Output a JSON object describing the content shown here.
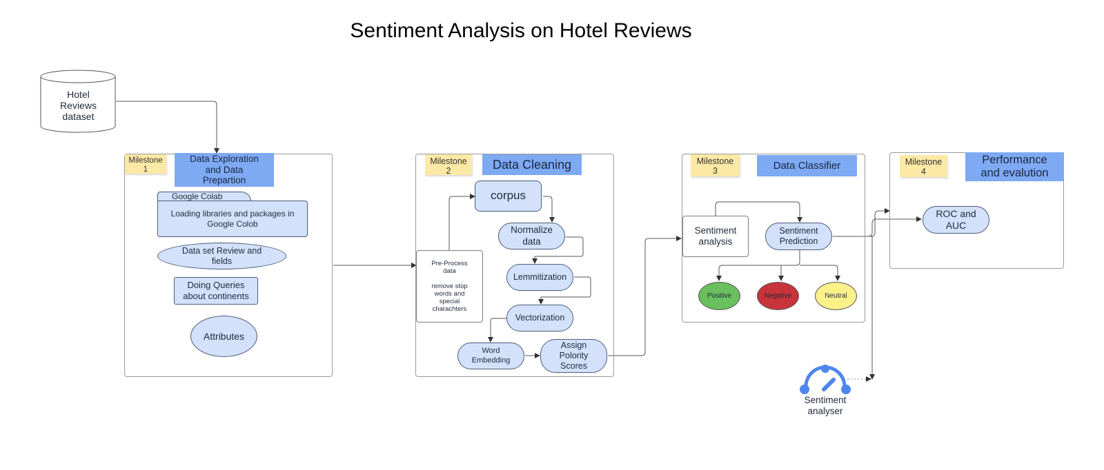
{
  "title": "Sentiment Analysis on Hotel Reviews",
  "dataset": {
    "lines": [
      "Hotel",
      "Reviews",
      "dataset"
    ]
  },
  "milestone1": {
    "badge": [
      "Milestone",
      "1"
    ],
    "header": [
      "Data Exploration",
      "and  Data",
      "Prepartion"
    ],
    "folder_tab": "Google Colab",
    "folder_body": [
      "Loading libraries and packages in",
      "Google  Colob"
    ],
    "dataset_review": [
      "Data set  Review and",
      "fields"
    ],
    "queries": [
      "Doing Queries",
      "about continents"
    ],
    "attributes": "Attributes"
  },
  "milestone2": {
    "badge": [
      "Milestone",
      "2"
    ],
    "header": "Data Cleaning",
    "corpus": "corpus",
    "normalize": [
      "Normalize",
      "data"
    ],
    "lemmitization": "Lemmitization",
    "vectorization": "Vectorization",
    "preprocess": [
      "Pre-Process",
      "data",
      "",
      "remove stop",
      "words and",
      "special",
      "charachters"
    ],
    "word_embedding": [
      "Word",
      "Embedding"
    ],
    "assign_scores": [
      "Assign",
      "Polority",
      "Scores"
    ]
  },
  "milestone3": {
    "badge": [
      "Milestone",
      "3"
    ],
    "header": "Data Classifier",
    "sentiment_analysis": [
      "Sentiment",
      "analysis"
    ],
    "sentiment_prediction": [
      "Sentiment",
      "Prediction"
    ],
    "positive": "Positive",
    "negative": "Negative",
    "neutral": "Neutral"
  },
  "milestone4": {
    "badge": [
      "Milestone",
      "4"
    ],
    "header": [
      "Performance",
      "and evalution"
    ],
    "roc": [
      "ROC and",
      "AUC"
    ]
  },
  "analyser": {
    "label": [
      "Sentiment",
      "analyser"
    ],
    "icon": "gauge-icon"
  },
  "colors": {
    "header_blue": "#7ea9f3",
    "node_blue": "#d3e1fb",
    "sticky_yellow": "#fde9a6",
    "positive": "#6abf5e",
    "negative": "#c8343a",
    "neutral": "#fbf08a",
    "icon_blue": "#4f86ee"
  }
}
